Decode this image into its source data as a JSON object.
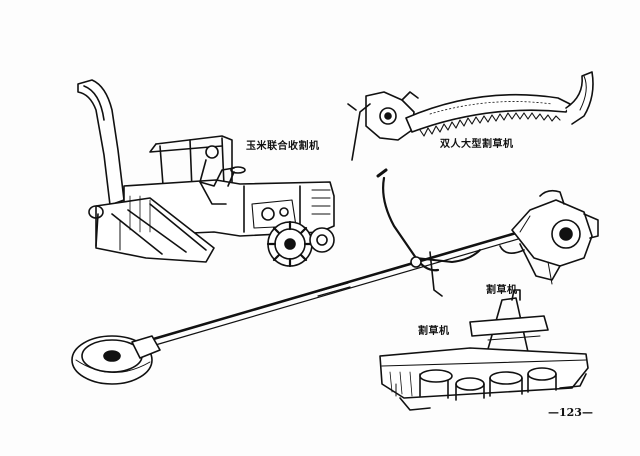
{
  "labels": {
    "corn_harvester": "玉米联合收割机",
    "two_person_mower": "双人大型割草机",
    "brush_cutter": "割草机",
    "rotary_mower": "割草机"
  },
  "page_number": "—123—",
  "colors": {
    "ink": "#111111",
    "paper": "#fdfdfd"
  }
}
